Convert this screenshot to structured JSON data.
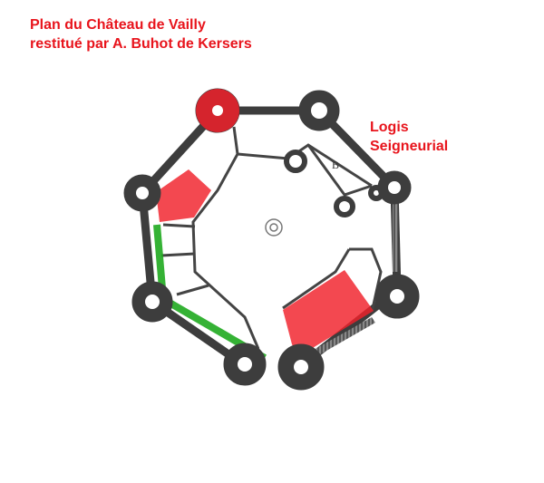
{
  "title": {
    "line1": "Plan du Château de Vailly",
    "line2": "restitué par A. Buhot de Kersers"
  },
  "annotation": {
    "line1": "Logis",
    "line2": "Seigneurial"
  },
  "room_label": "B",
  "colors": {
    "title_text": "#e8141c",
    "red_highlight": "#f0202a",
    "green_highlight": "#1faa1f",
    "wall": "#3d3d3d"
  }
}
